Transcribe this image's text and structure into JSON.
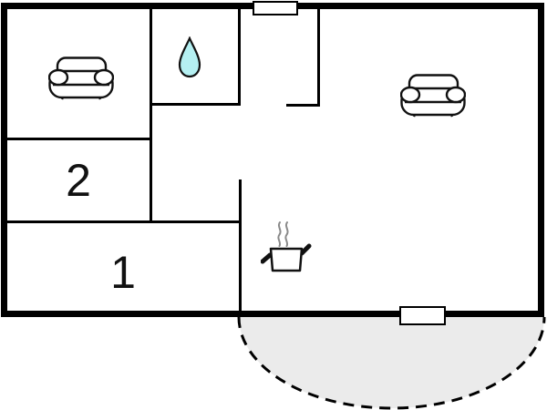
{
  "colors": {
    "background": "#ffffff",
    "walls": "#000000",
    "patio_fill": "#ebebeb",
    "patio_border": "#000000",
    "water_drop_fill": "#b5f0f2",
    "steam": "#8a8a8a",
    "furniture_stroke": "#111111"
  },
  "rooms": {
    "room1_label": "1",
    "room2_label": "2"
  },
  "icons": {
    "left_lounge": "sofa-icon",
    "right_lounge": "sofa-icon",
    "bathroom": "water-drop-icon",
    "kitchen": "cooking-pot-icon",
    "kitchen_steam": "steam-icon"
  },
  "features": {
    "terrace": "semicircular-dashed-terrace",
    "window_count": 2
  }
}
